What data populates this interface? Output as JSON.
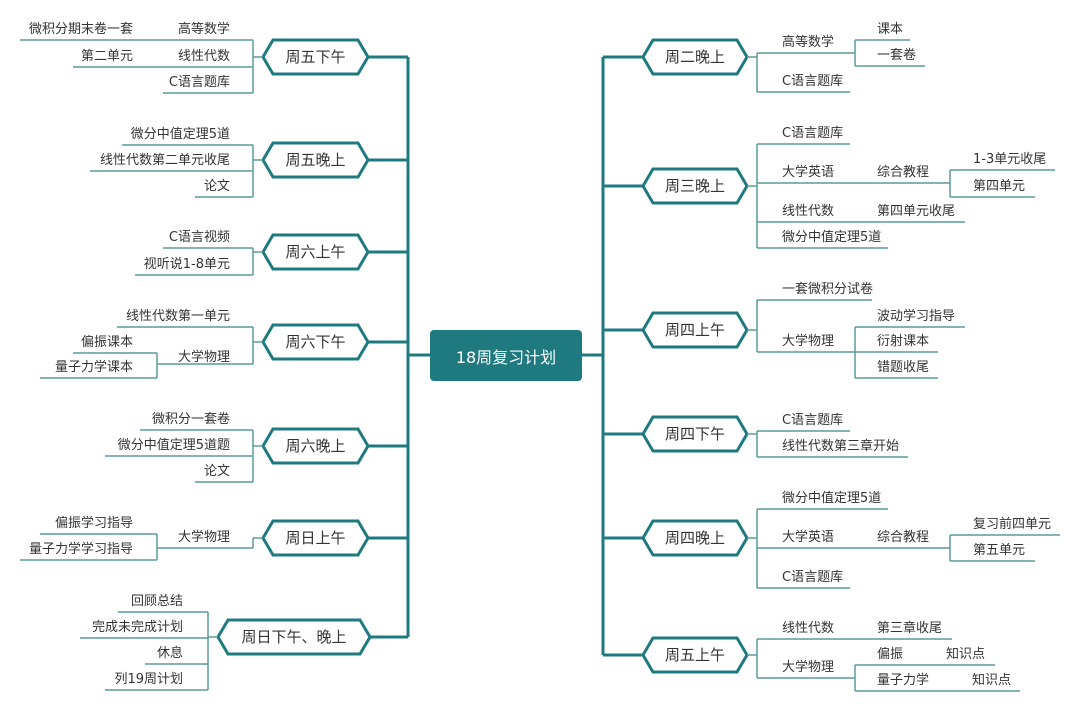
{
  "center": {
    "label": "18周复习计划"
  },
  "colors": {
    "teal": "#1f7a80",
    "line": "#5a9a9c"
  },
  "left": [
    {
      "label": "周五下午",
      "items": [
        {
          "label": "高等数学",
          "sub": [
            "微积分期末卷一套"
          ]
        },
        {
          "label": "线性代数",
          "sub": [
            "第二单元"
          ]
        },
        {
          "label": "C语言题库"
        }
      ]
    },
    {
      "label": "周五晚上",
      "items": [
        {
          "label": "微分中值定理5道"
        },
        {
          "label": "线性代数第二单元收尾"
        },
        {
          "label": "论文"
        }
      ]
    },
    {
      "label": "周六上午",
      "items": [
        {
          "label": "C语言视频"
        },
        {
          "label": "视听说1-8单元"
        }
      ]
    },
    {
      "label": "周六下午",
      "items": [
        {
          "label": "线性代数第一单元"
        },
        {
          "label": "大学物理",
          "sub": [
            "偏振课本",
            "量子力学课本"
          ]
        }
      ]
    },
    {
      "label": "周六晚上",
      "items": [
        {
          "label": "微积分一套卷"
        },
        {
          "label": "微分中值定理5道题"
        },
        {
          "label": "论文"
        }
      ]
    },
    {
      "label": "周日上午",
      "items": [
        {
          "label": "大学物理",
          "sub": [
            "偏振学习指导",
            "量子力学学习指导"
          ]
        }
      ]
    },
    {
      "label": "周日下午、晚上",
      "items": [
        {
          "label": "回顾总结"
        },
        {
          "label": "完成未完成计划"
        },
        {
          "label": "休息"
        },
        {
          "label": "列19周计划"
        }
      ]
    }
  ],
  "right": [
    {
      "label": "周二晚上",
      "items": [
        {
          "label": "高等数学",
          "sub": [
            "课本",
            "一套卷"
          ]
        },
        {
          "label": "C语言题库"
        }
      ]
    },
    {
      "label": "周三晚上",
      "items": [
        {
          "label": "C语言题库"
        },
        {
          "label": "大学英语",
          "sub": [
            {
              "label": "综合教程",
              "sub": [
                "1-3单元收尾",
                "第四单元"
              ]
            }
          ]
        },
        {
          "label": "线性代数",
          "sub": [
            {
              "label": "第四单元收尾"
            }
          ]
        },
        {
          "label": "微分中值定理5道"
        }
      ]
    },
    {
      "label": "周四上午",
      "items": [
        {
          "label": "一套微积分试卷"
        },
        {
          "label": "大学物理",
          "sub": [
            "波动学习指导",
            "衍射课本",
            "错题收尾"
          ]
        }
      ]
    },
    {
      "label": "周四下午",
      "items": [
        {
          "label": "C语言题库"
        },
        {
          "label": "线性代数第三章开始"
        }
      ]
    },
    {
      "label": "周四晚上",
      "items": [
        {
          "label": "微分中值定理5道"
        },
        {
          "label": "大学英语",
          "sub": [
            {
              "label": "综合教程",
              "sub": [
                "复习前四单元",
                "第五单元"
              ]
            }
          ]
        },
        {
          "label": "C语言题库"
        }
      ]
    },
    {
      "label": "周五上午",
      "items": [
        {
          "label": "线性代数",
          "sub": [
            {
              "label": "第三章收尾"
            }
          ]
        },
        {
          "label": "大学物理",
          "sub": [
            {
              "label": "偏振",
              "sub": [
                "知识点"
              ]
            },
            {
              "label": "量子力学",
              "sub": [
                "知识点"
              ]
            }
          ]
        }
      ]
    }
  ]
}
